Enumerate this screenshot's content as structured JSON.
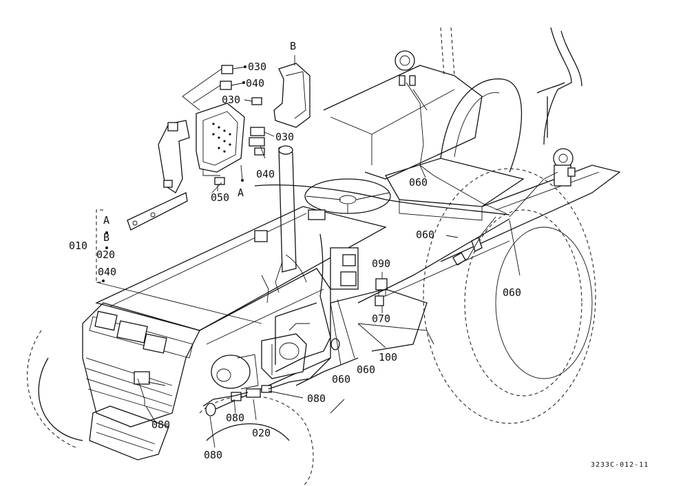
{
  "drawing_number": "3233C-012-11",
  "groups": {
    "A": "A",
    "B": "B"
  },
  "callouts": {
    "c010": "010",
    "c020_left": "020",
    "c040_left": "040",
    "c030_top": "030",
    "c040_top": "040",
    "c030_mid": "030",
    "c030_right": "030",
    "c040_lower": "040",
    "c050": "050",
    "c060_seat": "060",
    "c060_fender": "060",
    "c060_right": "060",
    "c060_lower_a": "060",
    "c060_lower_b": "060",
    "c090": "090",
    "c070": "070",
    "c100": "100",
    "c080_front": "080",
    "c080_mid": "080",
    "c080_bottom": "080",
    "c080_right": "080",
    "c020_bottom": "020"
  }
}
